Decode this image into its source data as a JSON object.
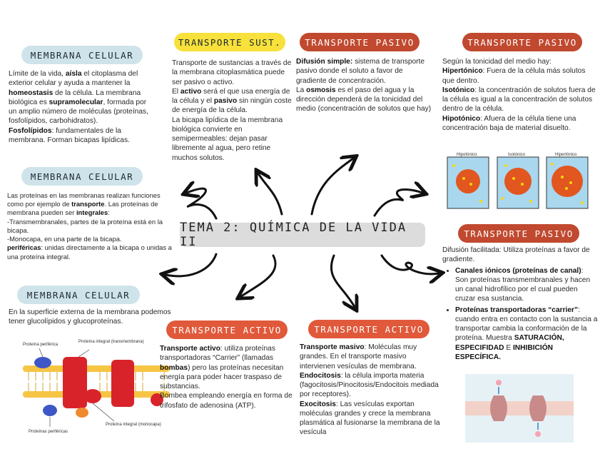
{
  "title": "TEMA 2: QUÍMICA DE LA VIDA II",
  "mc1": {
    "heading": "MEMBRANA CELULAR",
    "t1": "Límite de la vida, ",
    "b1": "aísla",
    "t2": " el citoplasma del exterior celular y ayuda a mantener la ",
    "b2": "homeostasis",
    "t3": " de la célula. La membrana biológica es ",
    "b3": "supramolecular",
    "t4": ", formada por un amplio número de moléculas (proteínas, fosfolípidos, carbohidratos).",
    "b4": "Fosfolípidos",
    "t5": ": fundamentales de la membrana. Forman bicapas lipídicas."
  },
  "mc2": {
    "heading": "MEMBRANA CELULAR",
    "t1": "Las proteínas en las membranas realizan funciones como por ejemplo de ",
    "b1": "transporte",
    "t2": ". Las proteínas de membrana pueden ser ",
    "b2": "integrales",
    "t3": ":",
    "line1": "-Transmembranales, partes de la proteína está en la bicapa.",
    "line2": "-Monocapa, en una parte de la bicapa.",
    "b3": "periféricas",
    "t4": ": unidas directamente a la bicapa o unidas a una proteína integral."
  },
  "mc3": {
    "heading": "MEMBRANA CELULAR",
    "text": "En la superficie externa de la membrana podemos tener glucolípidos y glucoproteínas.",
    "fig_labels": {
      "periferica_top": "Proteína periférica",
      "integral_top": "Proteína integral (transmembrana)",
      "perifericas_bottom": "Proteínas periféricas",
      "integral_bottom": "Proteína integral (monocapa)"
    }
  },
  "ts": {
    "heading": "TRANSPORTE SUST.",
    "t1": "Transporte de sustancias a través de la membrana citoplasmática puede ser pasivo o activo.",
    "t2": "El ",
    "b1": "activo",
    "t3": " será el que usa energía de la célula y el ",
    "b2": "pasivo",
    "t4": " sin ningún coste de energía de la célula.",
    "t5": "La bicapa lipídica de la membrana biológica convierte en semipermeables: dejan pasar libremente al agua, pero retine muchos solutos."
  },
  "tp1": {
    "heading": "TRANSPORTE PASIVO",
    "b1": "Difusión simple:",
    "t1": " sistema de transporte pasivo donde el soluto a favor de gradiente de concentración.",
    "t2": "La ",
    "b2": "osmosis",
    "t3": " es el paso del agua y la dirección dependerá de la tonicidad del medio (concentración de solutos que hay)"
  },
  "tp2": {
    "heading": "TRANSPORTE PASIVO",
    "t1": "Según la tonicidad del medio hay:",
    "b1": "Hipertónico",
    "t2": ": Fuera de la célula más solutos que dentro.",
    "b2": "Isotónico",
    "t3": ": la concentración de solutos fuera de la célula es igual a la concentración de solutos dentro de la célula.",
    "b3": "Hipotónico",
    "t4": ": Afuera de la célula tiene una concentración baja de material disuelto.",
    "cell_labels": [
      "Hipotónico",
      "Isotónico",
      "Hipertónico"
    ]
  },
  "tp3": {
    "heading": "TRANSPORTE PASIVO",
    "t1": "Difusión facilitada: Utiliza proteínas a favor de gradiente.",
    "b1": "Canales iónicos (proteínas de canal)",
    "t2": ": Son proteínas transmembranales y hacen un canal hidrofílico por el cual pueden cruzar esa sustancia.",
    "b2": "Proteínas transportadoras “carrier”",
    "t3": ": cuando entra en contacto con la sustancia a transportar cambia la conformación de la proteína. Muestra ",
    "b3": "SATURACIÓN, ESPECIFIDAD",
    "t4": " E ",
    "b4": "INHIBICIÓN ESPECÍFICA."
  },
  "ta1": {
    "heading": "TRANSPORTE ACTIVO",
    "b1": "Transporte activo",
    "t1": ": utiliza proteínas transportadoras “Carrier” (llamadas ",
    "b2": "bombas",
    "t2": ") pero las proteínas necesitan energía para poder hacer traspaso de substancias.",
    "t3": "Bombea empleando energía en forma de trifosfato de adenosina (ATP)."
  },
  "ta2": {
    "heading": "TRANSPORTE ACTIVO",
    "b1": "Transporte masivo",
    "t1": ": Moléculas muy grandes. En el transporte masivo intervienen vesículas de membrana.",
    "b2": "Endocitosis",
    "t2": ": la célula importa materia (fagocitosis/Pinocitosis/Endocitois mediada por receptores).",
    "b3": "Exocitosis",
    "t3": ": Las vesículas exportan moléculas grandes y crece la membrana plasmática al fusionarse la membrana de la vesícula"
  },
  "colors": {
    "blue": "#cfe4ea",
    "yellow": "#f7e13a",
    "red": "#c0492f",
    "orange": "#e0593a",
    "title_bg": "#dcdcdc"
  },
  "icons": [
    "curved-arrow-icon",
    "membrane-diagram",
    "tonicity-cells-diagram",
    "channel-protein-diagram"
  ]
}
